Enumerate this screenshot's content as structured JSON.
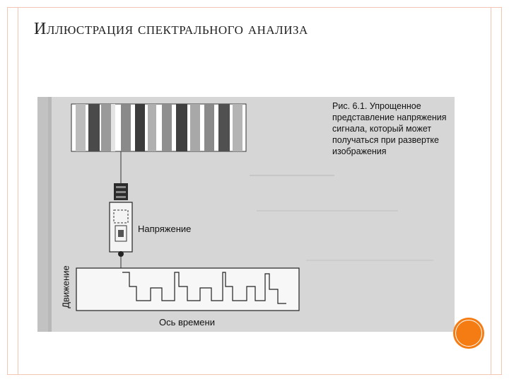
{
  "slide": {
    "title": "Иллюстрация спектрального анализа"
  },
  "figure": {
    "caption": "Рис. 6.1. Упрощенное представление напряжения сигнала, который может получаться при развертке изображения",
    "voltage_label": "Напряжение",
    "time_axis_label": "Ось времени",
    "motion_label": "Движение"
  },
  "colors": {
    "frame": "#f2c6b3",
    "accent_dot": "#f57c12",
    "figure_bg": "#d9d9d9"
  }
}
